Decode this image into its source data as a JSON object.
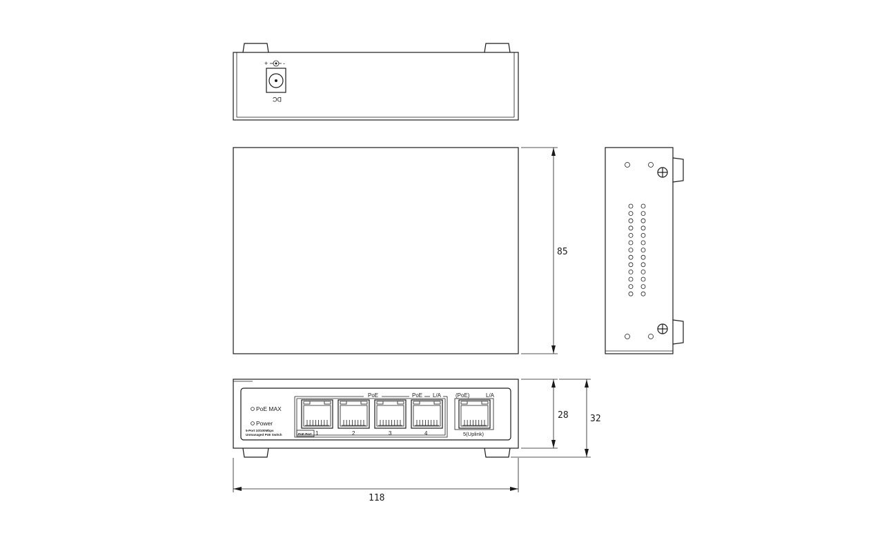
{
  "rear_view": {
    "dc_polarity_plus": "+",
    "dc_polarity_minus": "-",
    "dc_label": "DC"
  },
  "dimensions": {
    "depth": "85",
    "width": "118",
    "body_height": "28",
    "total_height": "32"
  },
  "front_panel": {
    "led_poe_max": "PoE MAX",
    "led_power": "Power",
    "model_line1": "5-Port 10/100Mbps",
    "model_line2": "Unmanaged PoE Switch",
    "group_label_poe_1": "PoE",
    "group_label_poe_2": "PoE",
    "group_label_la": "L/A",
    "poe_port_tag": "PoE Port",
    "ports": [
      "1",
      "2",
      "3",
      "4"
    ],
    "uplink_poe_label": "(PoE)",
    "uplink_la_label": "L/A",
    "uplink_port_label": "5(Uplink)"
  }
}
